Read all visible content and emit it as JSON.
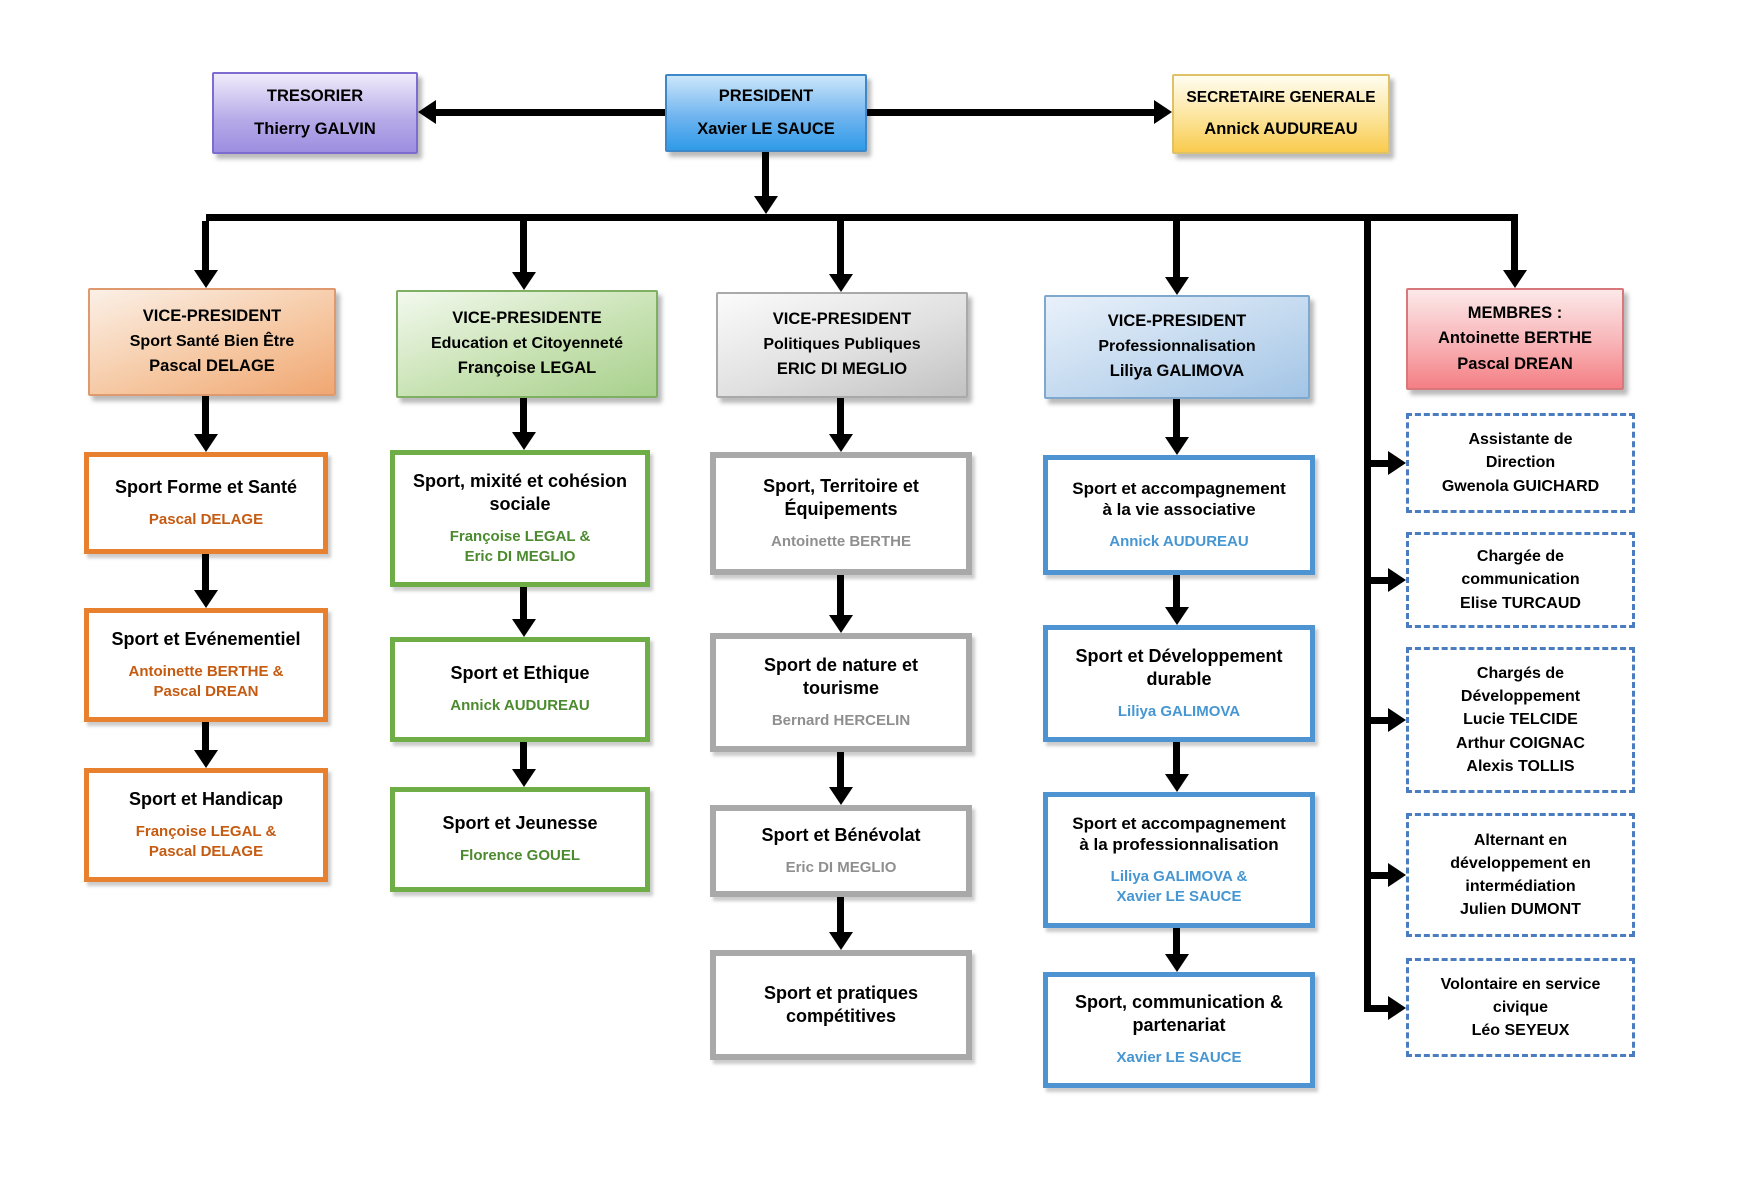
{
  "top": {
    "tresorier": {
      "title": "TRESORIER",
      "name": "Thierry GALVIN"
    },
    "president": {
      "title": "PRESIDENT",
      "name": "Xavier LE SAUCE"
    },
    "secretaire": {
      "title": "SECRETAIRE GENERALE",
      "name": "Annick AUDUREAU"
    }
  },
  "columns": [
    {
      "header": {
        "title": "VICE-PRESIDENT",
        "area": "Sport Santé Bien Être",
        "name": "Pascal DELAGE"
      },
      "boxes": [
        {
          "title": "Sport Forme et Santé",
          "names": "Pascal DELAGE"
        },
        {
          "title": "Sport et Evénementiel",
          "names": "Antoinette BERTHE &\nPascal DREAN"
        },
        {
          "title": "Sport et Handicap",
          "names": "Françoise LEGAL &\nPascal DELAGE"
        }
      ]
    },
    {
      "header": {
        "title": "VICE-PRESIDENTE",
        "area": "Education et Citoyenneté",
        "name": "Françoise LEGAL"
      },
      "boxes": [
        {
          "title": "Sport, mixité et cohésion\nsociale",
          "names": "Françoise LEGAL &\nEric DI MEGLIO"
        },
        {
          "title": "Sport et Ethique",
          "names": "Annick AUDUREAU"
        },
        {
          "title": "Sport et Jeunesse",
          "names": "Florence GOUEL"
        }
      ]
    },
    {
      "header": {
        "title": "VICE-PRESIDENT",
        "area": "Politiques Publiques",
        "name": "ERIC DI MEGLIO"
      },
      "boxes": [
        {
          "title": "Sport, Territoire et\nÉquipements",
          "names": "Antoinette BERTHE"
        },
        {
          "title": "Sport de nature et\ntourisme",
          "names": "Bernard HERCELIN"
        },
        {
          "title": "Sport et Bénévolat",
          "names": "Eric DI MEGLIO"
        },
        {
          "title": "Sport et pratiques\ncompétitives",
          "names": ""
        }
      ]
    },
    {
      "header": {
        "title": "VICE-PRESIDENT",
        "area": "Professionnalisation",
        "name": "Liliya GALIMOVA"
      },
      "boxes": [
        {
          "title": "Sport et accompagnement\nà la vie associative",
          "names": "Annick AUDUREAU"
        },
        {
          "title": "Sport et Développement\ndurable",
          "names": "Liliya GALIMOVA"
        },
        {
          "title": "Sport et accompagnement\nà la professionnalisation",
          "names": "Liliya GALIMOVA &\nXavier LE SAUCE"
        },
        {
          "title": "Sport, communication &\npartenariat",
          "names": "Xavier LE SAUCE"
        }
      ]
    }
  ],
  "members": {
    "header": {
      "title": "MEMBRES :",
      "names": "Antoinette BERTHE\nPascal DREAN"
    },
    "staff": [
      {
        "text": "Assistante de\nDirection\nGwenola GUICHARD"
      },
      {
        "text": "Chargée de\ncommunication\nElise TURCAUD"
      },
      {
        "text": "Chargés de\nDéveloppement\nLucie TELCIDE\nArthur COIGNAC\nAlexis TOLLIS"
      },
      {
        "text": "Alternant en\ndéveloppement en\nintermédiation\nJulien DUMONT"
      },
      {
        "text": "Volontaire en service\ncivique\nLéo SEYEUX"
      }
    ]
  },
  "colors": {
    "president_blue": "#2F9BE8",
    "tresorier_purple": "#9D8EE0",
    "secretaire_yellow": "#F9CB4E",
    "column_orange": "#E8812F",
    "column_green": "#6FAE47",
    "column_gray": "#A9A9A9",
    "column_blue": "#4E94D2",
    "members_red": "#F47F84",
    "staff_dashed_blue": "#4A7CBF",
    "connector_black": "#000000"
  }
}
